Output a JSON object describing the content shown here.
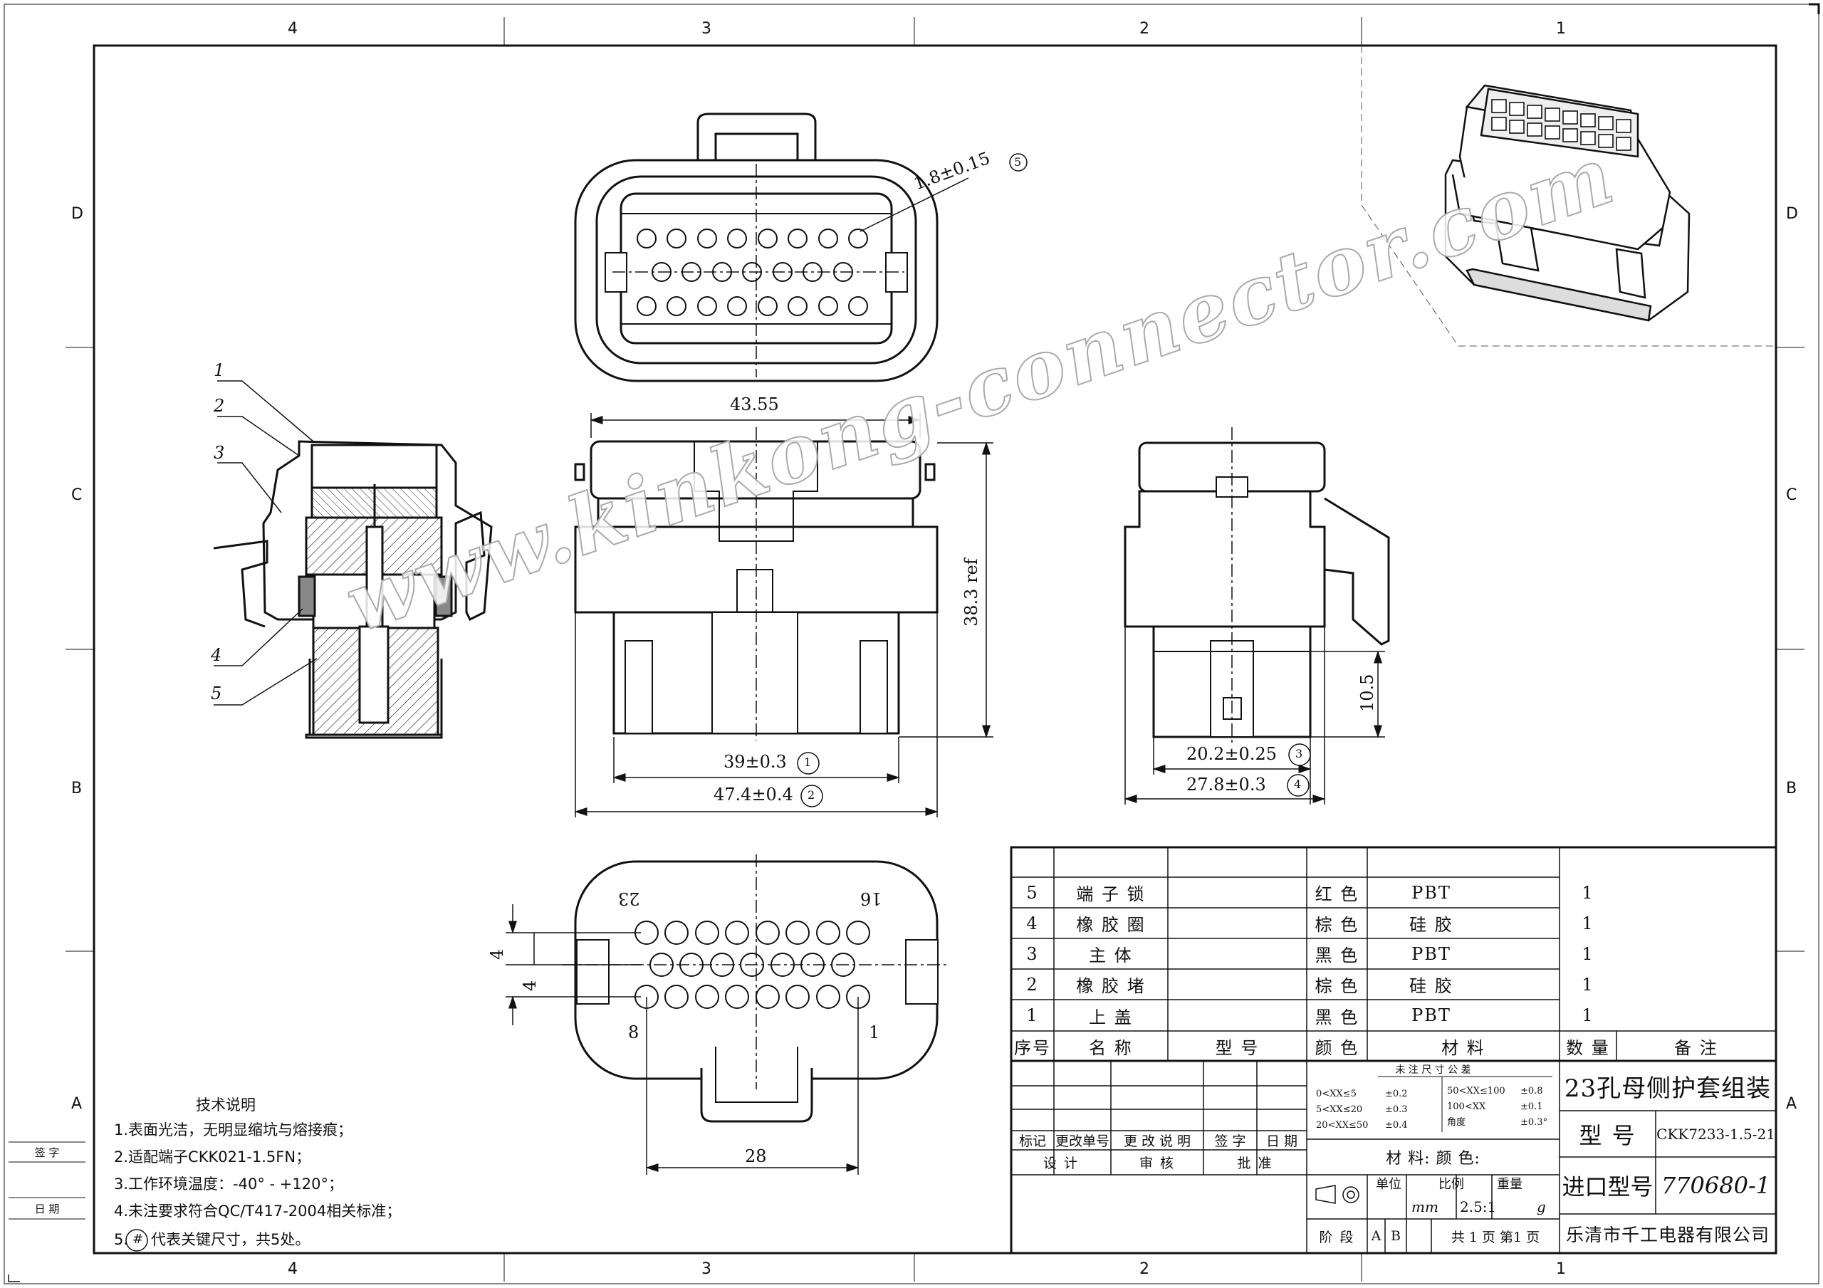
{
  "zones": {
    "top": [
      "4",
      "3",
      "2",
      "1"
    ],
    "bottom": [
      "4",
      "3",
      "2",
      "1"
    ],
    "left": [
      "D",
      "C",
      "B",
      "A"
    ],
    "right": [
      "D",
      "C",
      "B",
      "A"
    ]
  },
  "callouts": [
    "1",
    "2",
    "3",
    "4",
    "5"
  ],
  "dimensions": {
    "pin_dia": "1.8±0.15",
    "pin_dia_ref": "5",
    "width_top": "43.55",
    "height_ref": "38.3 ref",
    "dim_39": "39±0.3",
    "dim_39_ref": "1",
    "dim_47": "47.4±0.4",
    "dim_47_ref": "2",
    "dim_10": "10.5",
    "dim_20": "20.2±0.25",
    "dim_20_ref": "3",
    "dim_27": "27.8±0.3",
    "dim_27_ref": "4",
    "pitch_a": "4",
    "pitch_b": "4",
    "bottom_width": "28"
  },
  "pin_numbers": {
    "p23": "23",
    "p16": "16",
    "p8": "8",
    "p1": "1"
  },
  "watermark": "www.kinkong-connector.com",
  "notes": {
    "title": "技术说明",
    "lines": [
      "1.表面光洁，无明显缩坑与熔接痕；",
      "2.适配端子CKK021-1.5FN；",
      "3.工作环境温度：-40° - +120°；",
      "4.未注要求符合QC/T417-2004相关标准；",
      "代表关键尺寸，共5处。"
    ],
    "line5_prefix": "5.",
    "line5_symbol": "#"
  },
  "signature_block": {
    "sign": "签    字",
    "date": "日    期"
  },
  "bom": {
    "rows": [
      {
        "no": "5",
        "name": "端 子 锁",
        "model": "",
        "color": "红 色",
        "material": "PBT",
        "qty": "1",
        "note": ""
      },
      {
        "no": "4",
        "name": "橡 胶 圈",
        "model": "",
        "color": "棕 色",
        "material": "硅 胶",
        "qty": "1",
        "note": ""
      },
      {
        "no": "3",
        "name": "主    体",
        "model": "",
        "color": "黑 色",
        "material": "PBT",
        "qty": "1",
        "note": ""
      },
      {
        "no": "2",
        "name": "橡 胶 堵",
        "model": "",
        "color": "棕 色",
        "material": "硅 胶",
        "qty": "1",
        "note": ""
      },
      {
        "no": "1",
        "name": "上    盖",
        "model": "",
        "color": "黑 色",
        "material": "PBT",
        "qty": "1",
        "note": ""
      }
    ],
    "header": {
      "no": "序号",
      "name": "名    称",
      "model": "型    号",
      "color": "颜 色",
      "material": "材    料",
      "qty": "数 量",
      "note": "备    注"
    }
  },
  "title_block": {
    "tolerance_title": "未 注 尺 寸 公 差",
    "tol": [
      [
        "0<XX≤5",
        "±0.2",
        "50<XX≤100",
        "±0.8"
      ],
      [
        "5<XX≤20",
        "±0.3",
        "100<XX",
        "±0.1"
      ],
      [
        "20<XX≤50",
        "±0.4",
        "角度",
        "±0.3°"
      ]
    ],
    "rev_headers": [
      "标记",
      "更改单号",
      "更 改 说 明",
      "签 字",
      "日 期"
    ],
    "sign_row": [
      "设  计",
      "审  核",
      "批  准"
    ],
    "material_color": "材  料:  颜  色:",
    "unit_label": "单位",
    "unit_value": "mm",
    "scale_label": "比例",
    "scale_value": "2.5:1",
    "weight_label": "重量",
    "weight_value": "g",
    "stage_label": "阶  段",
    "stage_a": "A",
    "stage_b": "B",
    "pages": "共 1 页 第1 页",
    "product_name": "23孔母侧护套组装",
    "model_label": "型  号",
    "model_value": "CKK7233-1.5-21",
    "import_label": "进口型号",
    "import_value": "770680-1",
    "company": "乐清市千工电器有限公司"
  }
}
